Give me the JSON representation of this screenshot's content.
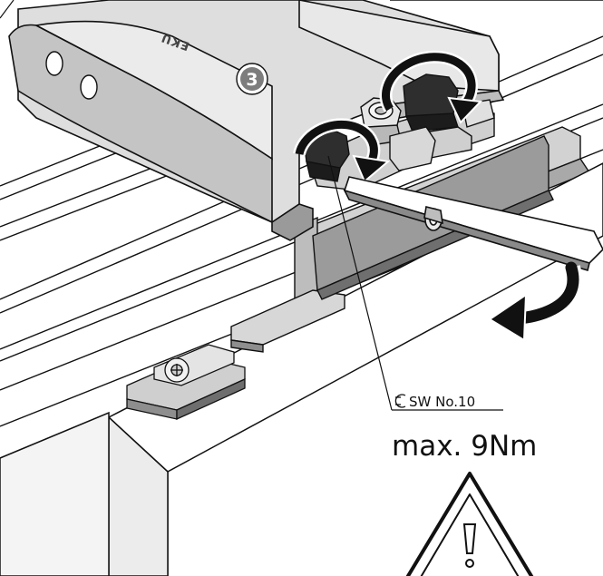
{
  "illustration": {
    "brand_logo": "EKU",
    "step_number": "3",
    "tool_label": "SW No.10",
    "torque_label": "max. 9Nm",
    "icons": {
      "rotation_arrows": "rotate-clockwise-icon",
      "tilt_arrow": "curved-arrow-left-icon",
      "wrench": "wrench-icon",
      "warning": "warning-triangle-icon"
    },
    "colors": {
      "line": "#111111",
      "metal_light": "#e2e2e2",
      "metal_mid": "#c8c8c8",
      "metal_dark": "#8e8e8e",
      "bolt": "#2e2e2e",
      "badge": "#7d7d7d"
    }
  }
}
